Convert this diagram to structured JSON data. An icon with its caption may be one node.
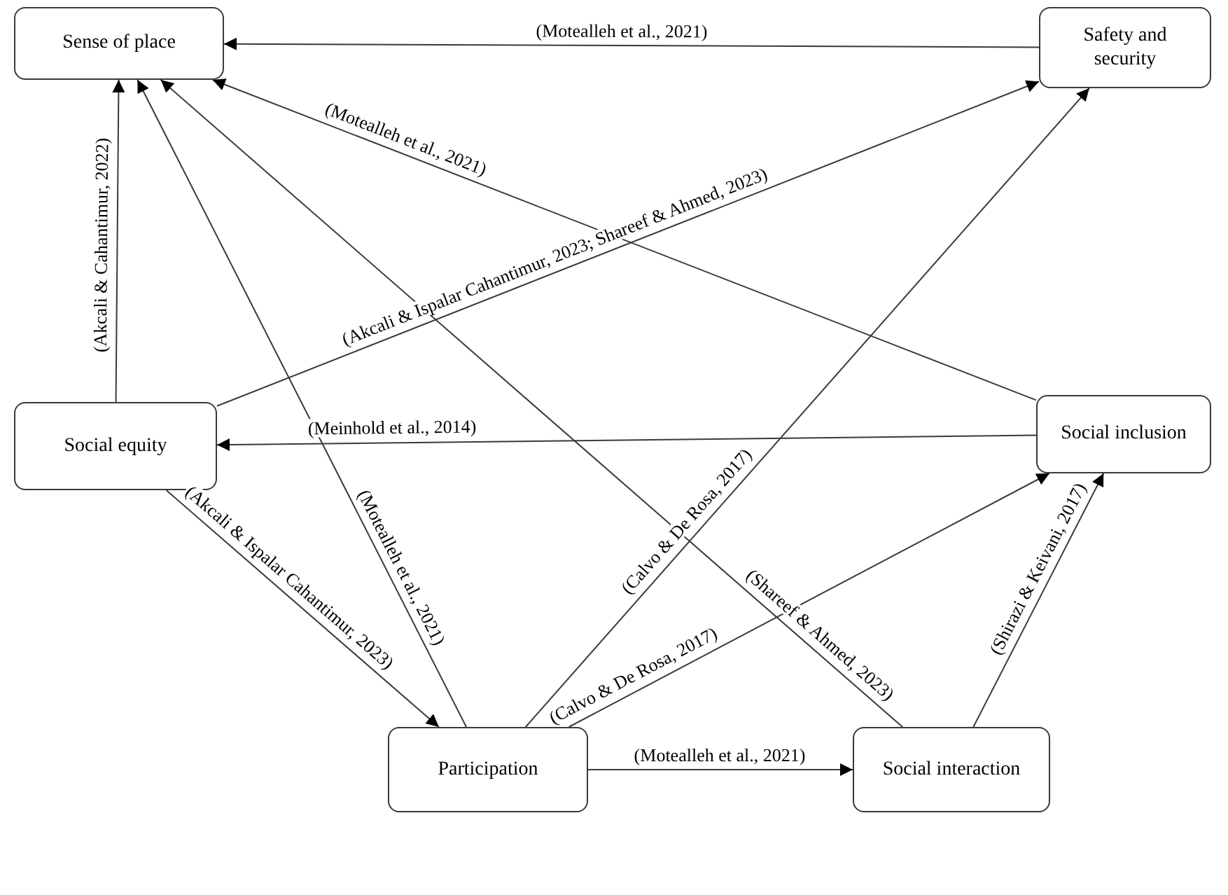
{
  "diagram": {
    "nodes": [
      {
        "text": [
          "Sense of place"
        ]
      },
      {
        "text": [
          "Safety and security"
        ]
      },
      {
        "text": [
          "Social equity"
        ]
      },
      {
        "text": [
          "Social inclusion"
        ]
      },
      {
        "text": [
          "Participation"
        ]
      },
      {
        "text": [
          "Social interaction"
        ]
      }
    ],
    "edges": [
      {
        "from": 1,
        "to": 0,
        "arrow": "to",
        "label": "(Motealleh et al., 2021)"
      },
      {
        "from": 3,
        "to": 0,
        "arrow": "to",
        "label": "(Motealleh et al., 2021)"
      },
      {
        "from": 2,
        "to": 1,
        "arrow": "to",
        "label": "(Akcali & Ispalar Cahantimur, 2023; Shareef & Ahmed, 2023)"
      },
      {
        "from": 2,
        "to": 0,
        "arrow": "to",
        "label": "(Akcali & Cahantimur, 2022)"
      },
      {
        "from": 3,
        "to": 2,
        "arrow": "to",
        "label": "(Meinhold et al., 2014)"
      },
      {
        "from": 2,
        "to": 4,
        "arrow": "to",
        "label": "(Akcali & Ispalar Cahantimur, 2023)"
      },
      {
        "from": 4,
        "to": 0,
        "arrow": "to",
        "label": "(Motealleh et al., 2021)"
      },
      {
        "from": 4,
        "to": 1,
        "arrow": "to",
        "label": "(Calvo & De Rosa, 2017)"
      },
      {
        "from": 4,
        "to": 3,
        "arrow": "to",
        "label": "(Calvo & De Rosa, 2017)"
      },
      {
        "from": 5,
        "to": 0,
        "arrow": "to",
        "label": "(Shareef & Ahmed, 2023)"
      },
      {
        "from": 5,
        "to": 3,
        "arrow": "to",
        "label": "(Shirazi & Keivani, 2017)"
      },
      {
        "from": 4,
        "to": 5,
        "arrow": "to",
        "label": "(Motealleh et al., 2021)"
      }
    ]
  }
}
